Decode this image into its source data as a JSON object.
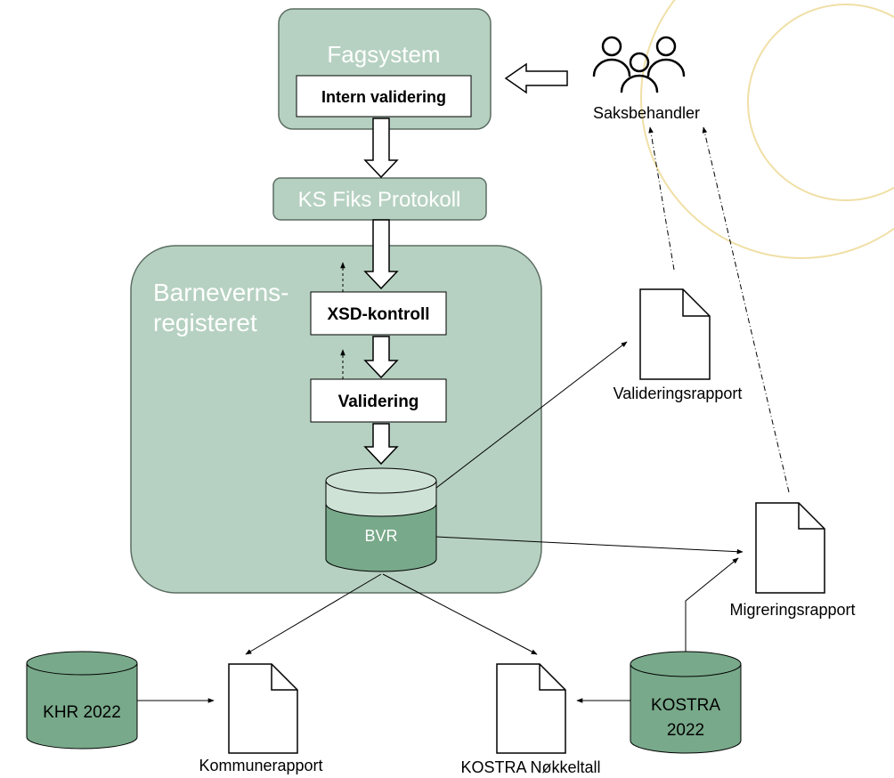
{
  "nodes": {
    "fagsystem": "Fagsystem",
    "intern_validering": "Intern validering",
    "ks_fiks": "KS Fiks Protokoll",
    "barnevern_line1": "Barneverns-",
    "barnevern_line2": "registeret",
    "xsd": "XSD-kontroll",
    "validering": "Validering",
    "bvr": "BVR",
    "saksbehandler": "Saksbehandler",
    "valideringsrapport": "Valideringsrapport",
    "migreringsrapport": "Migreringsrapport",
    "khr": "KHR 2022",
    "kommunerapport": "Kommunerapport",
    "kostra_nokkeltall": "KOSTRA Nøkkeltall",
    "kostra_line1": "KOSTRA",
    "kostra_line2": "2022"
  },
  "colors": {
    "panel_fill": "#b6d1c1",
    "panel_stroke": "#5c6e63",
    "db_body": "#78a98a",
    "db_top": "#cfe2d6",
    "arc": "#f0dfa6",
    "arrow": "#000000"
  }
}
